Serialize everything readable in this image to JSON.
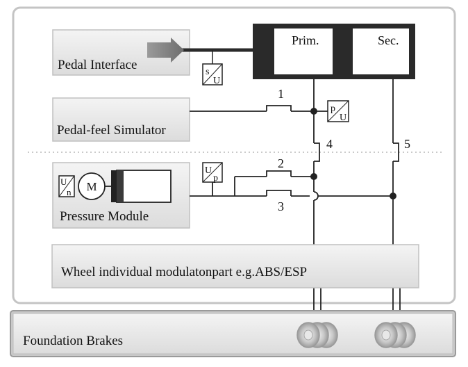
{
  "blocks": {
    "pedal_interface": "Pedal Interface",
    "pedal_feel_simulator": "Pedal-feel Simulator",
    "pressure_module": "Pressure Module",
    "wheel_modulation": "Wheel individual modulatonpart e.g.ABS/ESP",
    "foundation_brakes": "Foundation Brakes"
  },
  "master_cylinder": {
    "primary": "Prim.",
    "secondary": "Sec."
  },
  "motor": {
    "label": "M",
    "sensor_top": "U",
    "sensor_bottom": "n"
  },
  "sensors": {
    "pedal_travel": {
      "top": "s",
      "bottom": "U"
    },
    "pressure_prim": {
      "top": "p",
      "bottom": "U"
    },
    "pressure_module": {
      "top": "U",
      "bottom": "p"
    }
  },
  "valves": [
    "1",
    "2",
    "3",
    "4",
    "5"
  ]
}
